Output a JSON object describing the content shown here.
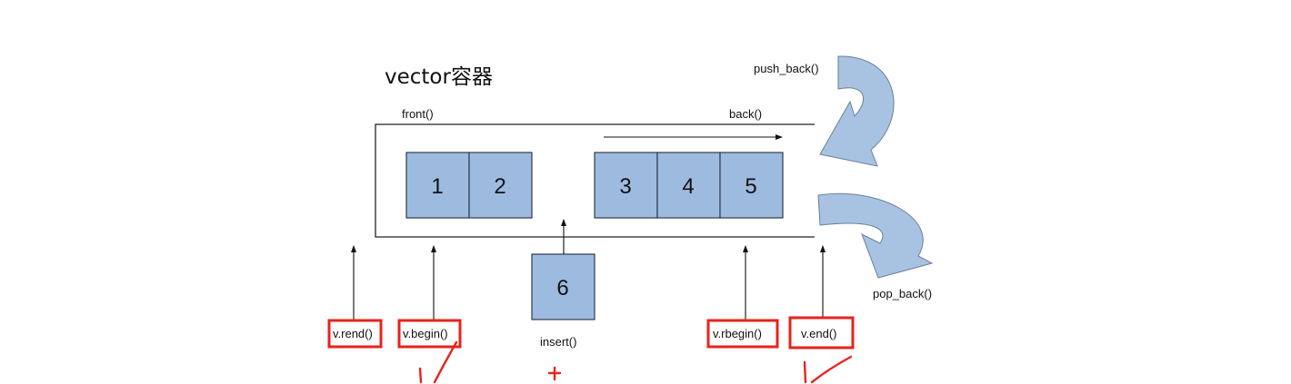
{
  "title": "vector容器",
  "labels": {
    "front": "front()",
    "back": "back()",
    "push_back": "push_back()",
    "pop_back": "pop_back()",
    "insert": "insert()"
  },
  "cells": [
    "1",
    "2",
    "3",
    "4",
    "5"
  ],
  "inserted": "6",
  "iterators": {
    "rend": "v.rend()",
    "begin": "v.begin()",
    "rbegin": "v.rbegin()",
    "end": "v.end()"
  },
  "colors": {
    "cell_fill": "#9dbbdf",
    "highlight": "#e8231c",
    "arrow_fill": "#a8c3e2"
  }
}
